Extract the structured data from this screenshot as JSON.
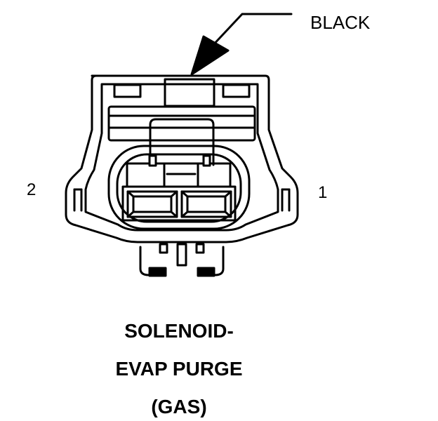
{
  "callout": {
    "color_label": "BLACK"
  },
  "pins": {
    "left": "2",
    "right": "1"
  },
  "caption": {
    "line1": "SOLENOID-",
    "line2": "EVAP PURGE",
    "line3": "(GAS)"
  }
}
